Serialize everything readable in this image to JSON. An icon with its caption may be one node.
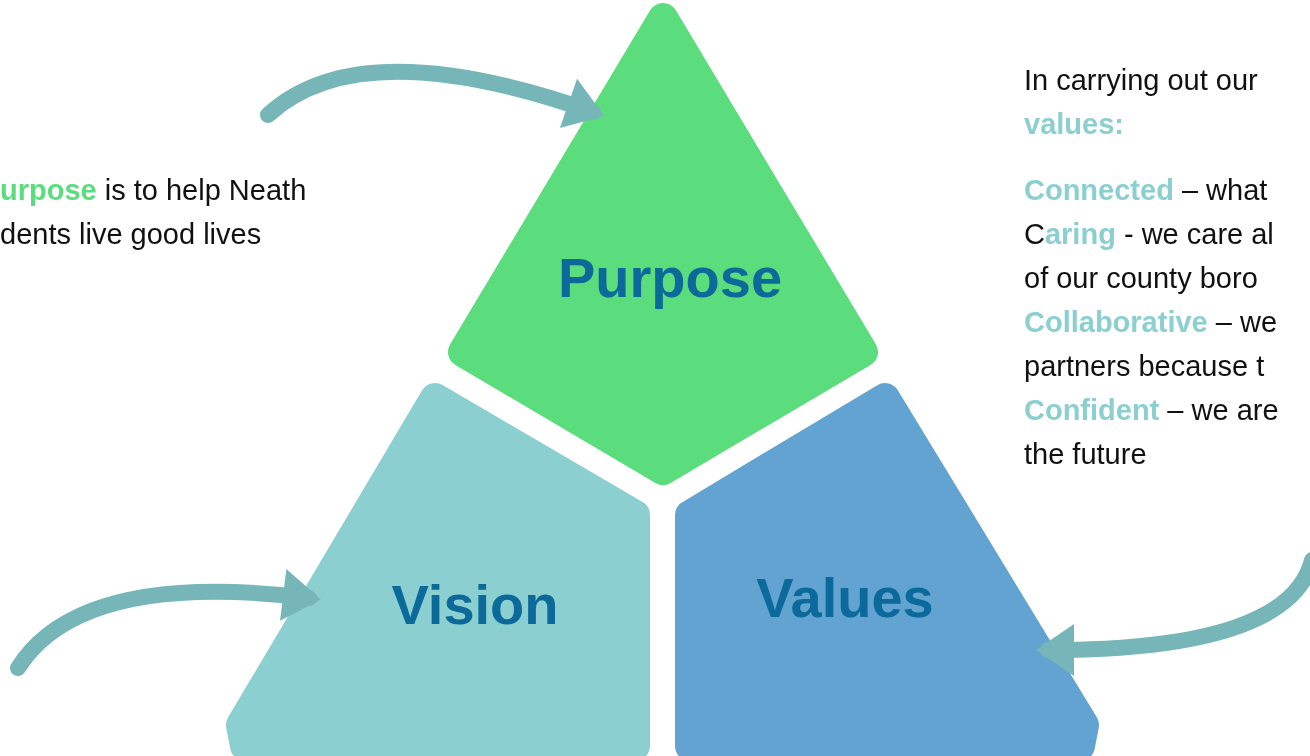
{
  "diagram": {
    "nodes": [
      {
        "text": [
          "Purpose"
        ]
      },
      {
        "text": [
          "Vision"
        ]
      },
      {
        "text": [
          "Values"
        ]
      }
    ],
    "edges": [
      {
        "from": null,
        "to": 0,
        "arrow": "to"
      },
      {
        "from": null,
        "to": 1,
        "arrow": "to"
      },
      {
        "from": null,
        "to": 2,
        "arrow": "to"
      }
    ],
    "labels": [
      "**urpose** is to help Neath",
      "dents live good lives",
      "In carrying out our",
      "**values:**",
      "**Connected** – what",
      "C**aring** - we care al",
      "of our county boro",
      "**Collaborative** – we",
      "partners because t",
      "**Confident** – we are",
      "the future"
    ]
  }
}
